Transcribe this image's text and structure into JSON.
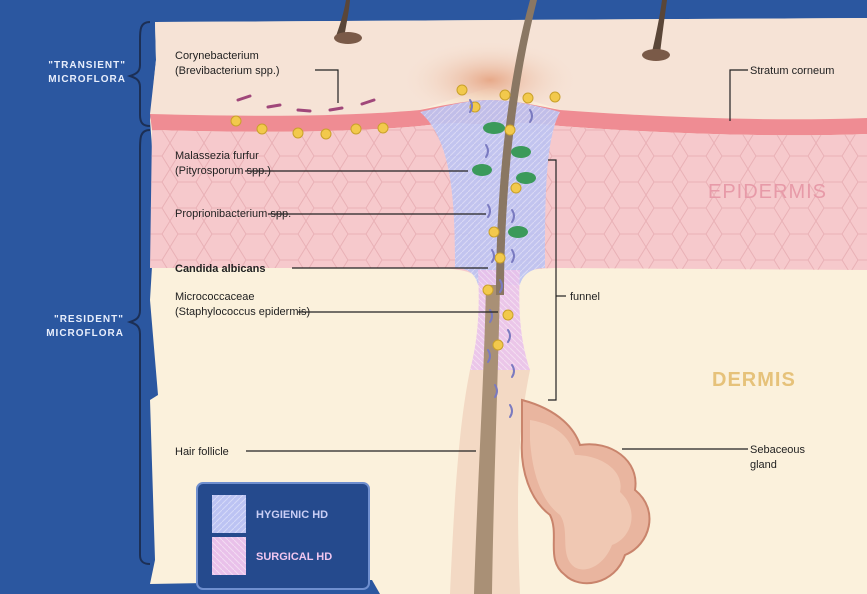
{
  "side_labels": {
    "transient": [
      "\"TRANSIENT\"",
      "MICROFLORA"
    ],
    "resident": [
      "\"RESIDENT\"",
      "MICROFLORA"
    ]
  },
  "labels": {
    "corynebacterium": [
      "Corynebacterium",
      "(Brevibacterium spp.)"
    ],
    "stratum_corneum": "Stratum corneum",
    "malassezia": [
      "Malassezia furfur",
      "(Pityrosporum spp.)"
    ],
    "proprionibacterium": "Proprionibacterium spp.",
    "candida": "Candida albicans",
    "micrococcaceae": [
      "Micrococcaceae",
      "(Staphylococcus epidermis)"
    ],
    "funnel": "funnel",
    "hair_follicle": "Hair follicle",
    "sebaceous": [
      "Sebaceous",
      "gland"
    ]
  },
  "layers": {
    "epidermis": "EPIDERMIS",
    "dermis": "DERMIS"
  },
  "legend": {
    "items": [
      {
        "label": "HYGIENIC HD",
        "color": "#b9bff0"
      },
      {
        "label": "SURGICAL HD",
        "color": "#e8bde8"
      }
    ]
  },
  "colors": {
    "background": "#2b57a0",
    "skin_surface": "#f6e3d6",
    "stratum": "#ef8c93",
    "epidermis": "#f6c9cc",
    "dermis": "#fbf1dc",
    "gland": "#e9b59f",
    "hygienic_zone": "#b9bff0",
    "surgical_zone": "#e8bde8"
  }
}
